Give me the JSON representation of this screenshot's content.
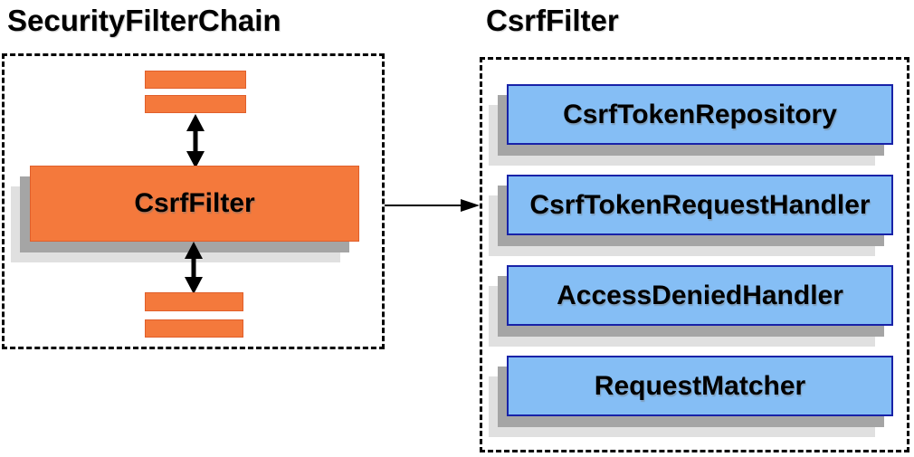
{
  "left_panel": {
    "title": "SecurityFilterChain",
    "csrf_filter_label": "CsrfFilter"
  },
  "right_panel": {
    "title": "CsrfFilter",
    "components": [
      {
        "label": "CsrfTokenRepository"
      },
      {
        "label": "CsrfTokenRequestHandler"
      },
      {
        "label": "AccessDeniedHandler"
      },
      {
        "label": "RequestMatcher"
      }
    ]
  },
  "colors": {
    "orange_fill": "#F4793C",
    "orange_border": "#E05F2B",
    "blue_fill": "#85BEF5",
    "blue_border": "#1822A8",
    "shadow_dark": "#A5A5A5",
    "shadow_light": "#E0E0E0",
    "arrow": "#000000",
    "dashed_border": "#000000",
    "text": "#000000"
  }
}
